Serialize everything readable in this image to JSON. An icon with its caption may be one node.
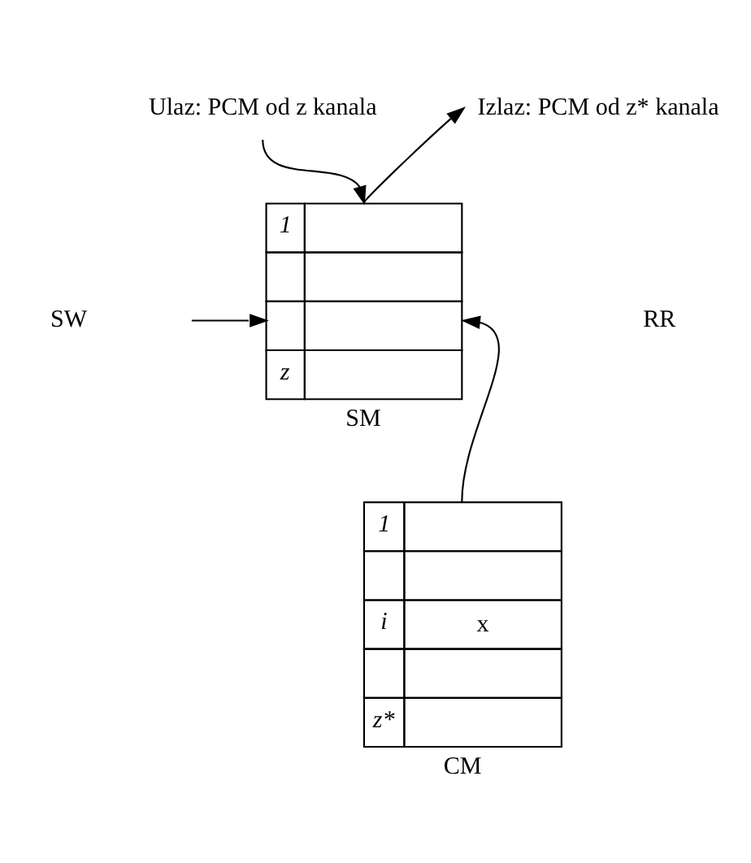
{
  "diagram": {
    "nodes": [
      {
        "text": [
          "Ulaz: PCM od z kanala"
        ]
      },
      {
        "text": [
          "Izlaz: PCM od z* kanala"
        ]
      },
      {
        "text": [
          "1",
          "z",
          "SM"
        ]
      },
      {
        "text": [
          "1",
          "i",
          "x",
          "z*",
          "CM"
        ]
      }
    ],
    "edges": [
      {
        "from": 0,
        "to": 2,
        "arrow": "to"
      },
      {
        "from": 2,
        "to": 1,
        "arrow": "to"
      },
      {
        "from": null,
        "to": 2,
        "arrow": "to"
      },
      {
        "from": 3,
        "to": 2,
        "arrow": "to"
      }
    ],
    "labels": [
      "SW",
      "RR"
    ]
  }
}
